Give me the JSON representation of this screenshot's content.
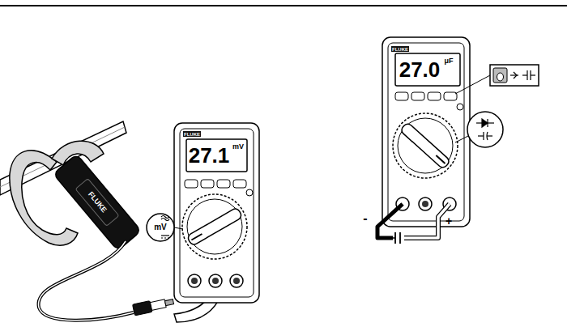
{
  "diagram": {
    "labels": [
      "FLUKE",
      "FLUKE",
      "27.1",
      "mV",
      "mV",
      "FLUKE",
      "27.0",
      "μF",
      "-",
      "+"
    ]
  }
}
